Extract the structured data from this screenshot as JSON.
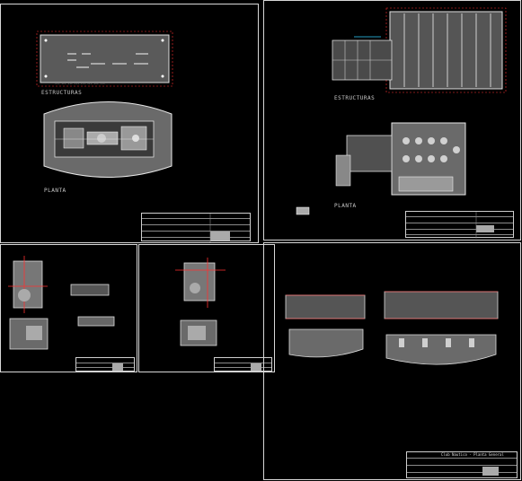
{
  "colors": {
    "background": "#000000",
    "sheet_border": "#d8d8d8",
    "line_white": "#e0e0e0",
    "line_red": "#ff3030",
    "line_cyan": "#30d0ff",
    "fill_gray": "#6e6e6e"
  },
  "sheets": {
    "top_left": {
      "label_structures": "ESTRUCTURAS",
      "label_plan": "PLANTA"
    },
    "top_right": {
      "label_structures": "ESTRUCTURAS",
      "label_plan": "PLANTA"
    }
  },
  "title_blocks": {
    "bottom_right": {
      "title_text": "Club Nautico - Planta General"
    }
  }
}
